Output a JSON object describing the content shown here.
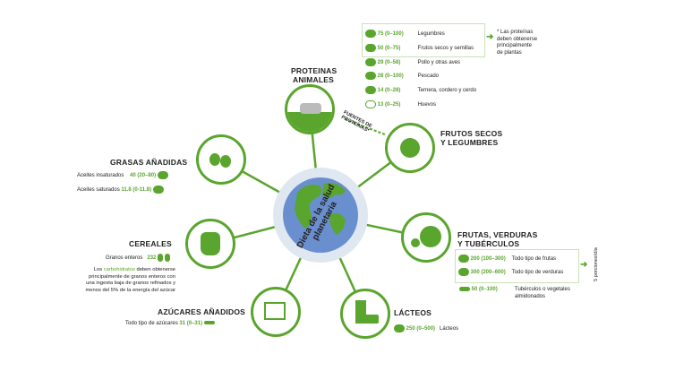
{
  "center": {
    "title": "Dieta de la salud planetaria"
  },
  "proteinas": {
    "title_1": "PROTEINAS",
    "title_2": "ANIMALES",
    "sources_label": "FUENTES DE PROTEÍNAS*",
    "items": [
      {
        "value": "75 (0–100)",
        "label": "Legumbres"
      },
      {
        "value": "50 (0–75)",
        "label": "Frutos secos y semillas"
      },
      {
        "value": "29 (0–58)",
        "label": "Pollo y otras aves"
      },
      {
        "value": "28 (0–100)",
        "label": "Pescado"
      },
      {
        "value": "14 (0–28)",
        "label": "Ternera, cordero y cerdo"
      },
      {
        "value": "13 (0–25)",
        "label": "Huevos"
      }
    ],
    "note_1": "* Las proteínas",
    "note_2": "deben obtenerse",
    "note_3": "principalmente",
    "note_4": "de plantas"
  },
  "frutos": {
    "title_1": "FRUTOS SECOS",
    "title_2": "Y LEGUMBRES"
  },
  "grasas": {
    "title": "GRASAS AÑADIDAS",
    "items": [
      {
        "label": "Aceites insaturados",
        "value": "40 (20–80)"
      },
      {
        "label": "Aceites saturados",
        "value": "11.8 (0-11.8)"
      }
    ]
  },
  "cereales": {
    "title": "CEREALES",
    "item_label": "Granos enteros",
    "item_value": "232",
    "note_pre": "Los ",
    "note_hl": "carbohidratos",
    "note_post": " deben obtenerse",
    "note_2": "principalmente de granos enteros con",
    "note_3": "una ingesta baja de granos refinados y",
    "note_4": "menos del 5% de la energía del azúcar"
  },
  "azucares": {
    "title": "AZÚCARES AÑADIDOS",
    "item_label": "Todo tipo de azúcares",
    "item_value": "31 (0–31)"
  },
  "frutas": {
    "title_1": "FRUTAS, VERDURAS",
    "title_2": "Y TUBÉRCULOS",
    "items": [
      {
        "value": "200 (100–300)",
        "label": "Todo tipo de frutas"
      },
      {
        "value": "300 (200–600)",
        "label": "Todo tipo de verduras"
      },
      {
        "value": "50 (0–100)",
        "label_1": "Tubérculos o vegetales",
        "label_2": "almidonados"
      }
    ],
    "side_note": "5 porciones/día"
  },
  "lacteos": {
    "title": "LÁCTEOS",
    "item_value": "250 (0–500)",
    "item_label": "Lácteos"
  },
  "colors": {
    "green": "#5aa52d",
    "light_green": "#c9e2b6",
    "ocean": "#6a8fcf"
  }
}
